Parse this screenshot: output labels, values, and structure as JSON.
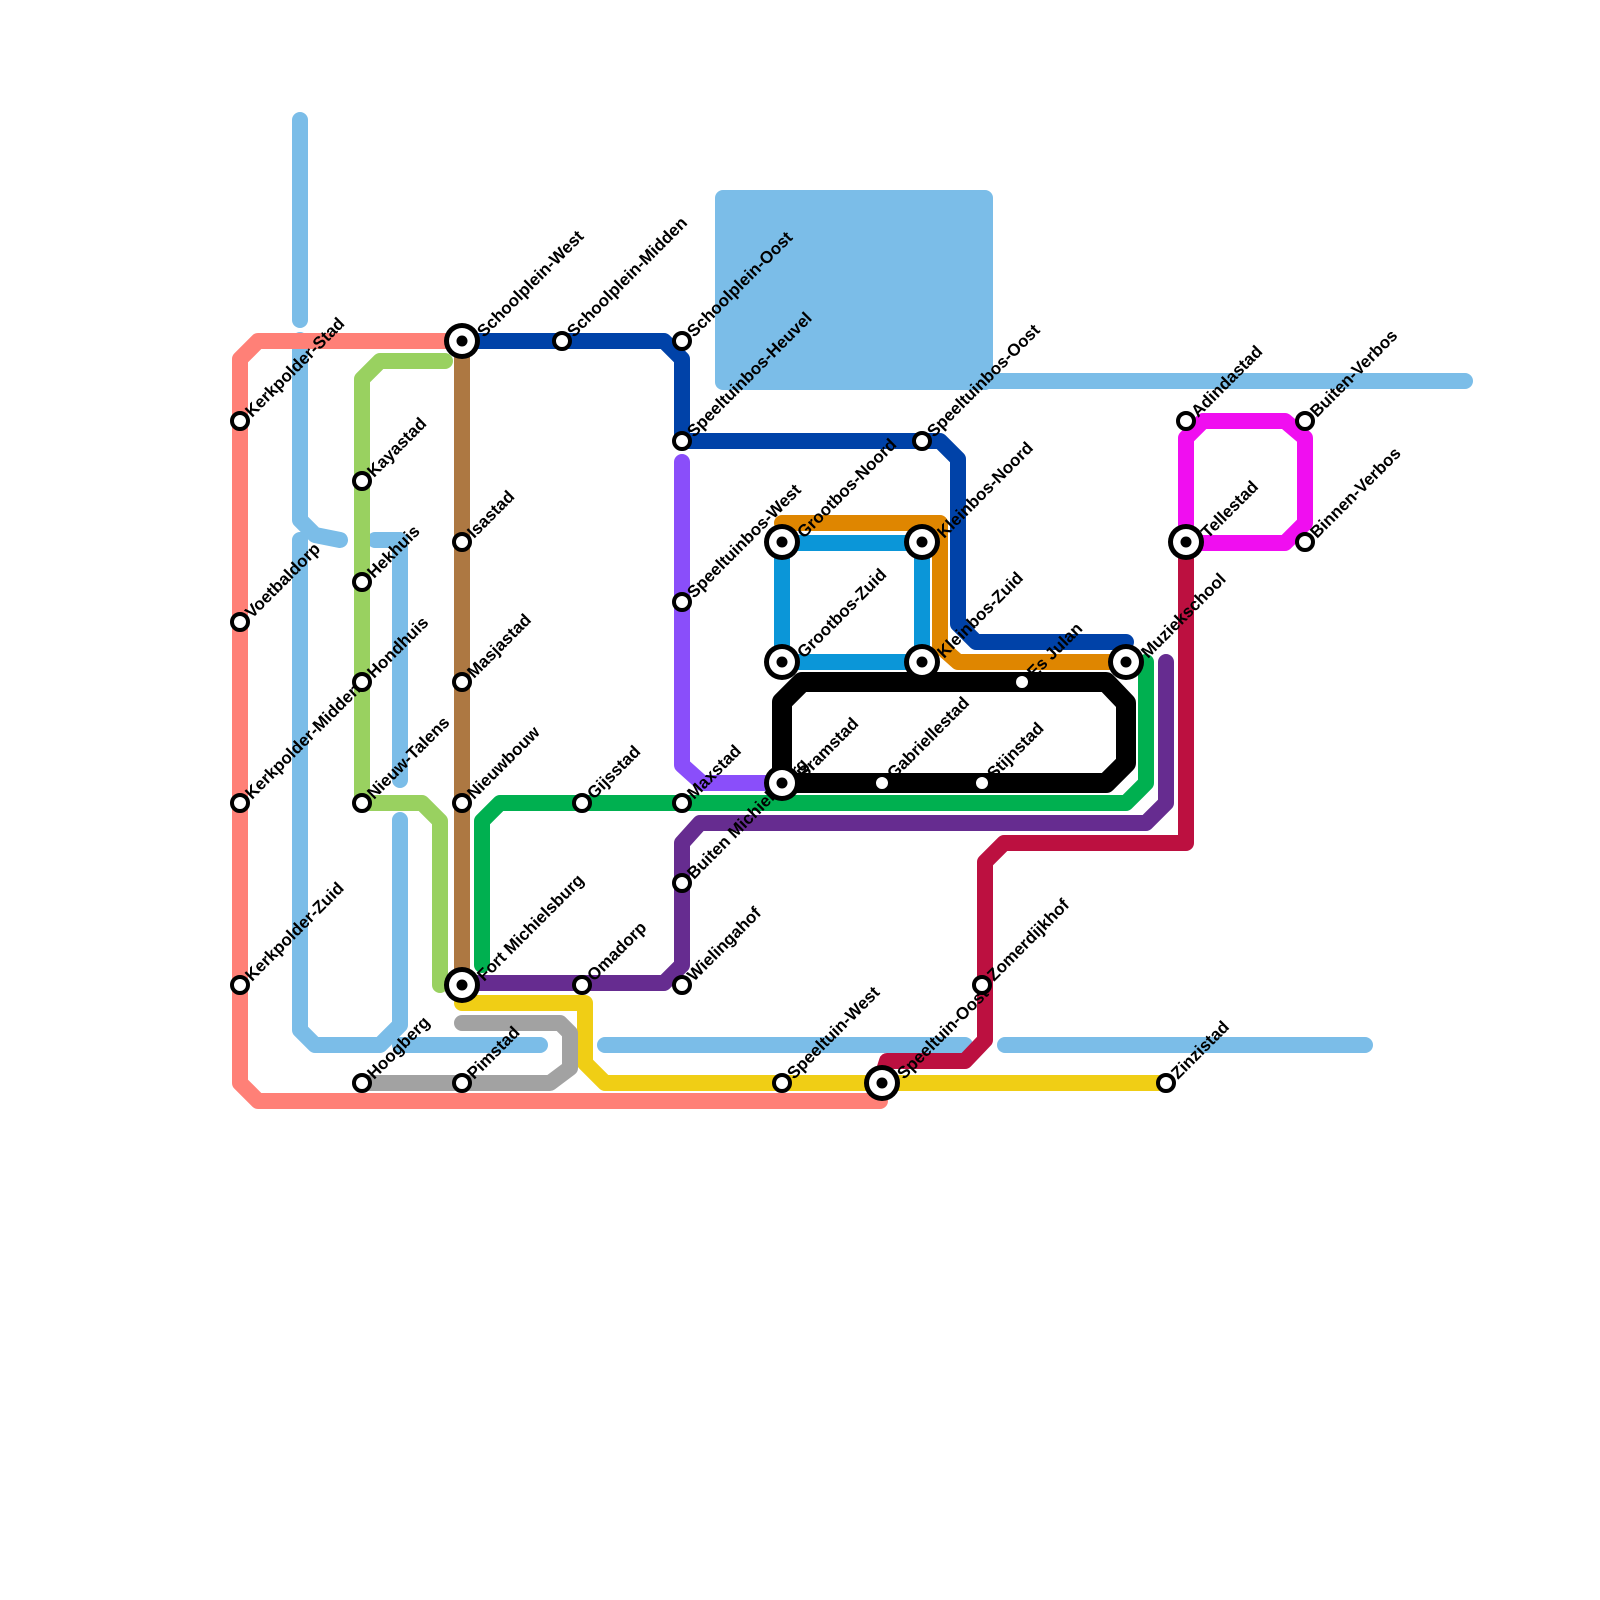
{
  "colors": {
    "background": "#ffffff",
    "water": "#7bbde8",
    "station_fill": "#ffffff",
    "station_stroke": "#000000",
    "label": "#000000"
  },
  "lines": [
    {
      "id": "salmon",
      "color": "#ff8077",
      "width": 16
    },
    {
      "id": "light-green",
      "color": "#99d160",
      "width": 16
    },
    {
      "id": "brown",
      "color": "#ad7842",
      "width": 16
    },
    {
      "id": "navy",
      "color": "#0042a8",
      "width": 16
    },
    {
      "id": "violet",
      "color": "#8a4efa",
      "width": 16
    },
    {
      "id": "orange",
      "color": "#df8600",
      "width": 16
    },
    {
      "id": "cyan",
      "color": "#0b96d8",
      "width": 16
    },
    {
      "id": "green",
      "color": "#00b050",
      "width": 16
    },
    {
      "id": "purple",
      "color": "#662c90",
      "width": 16
    },
    {
      "id": "crimson",
      "color": "#bc1040",
      "width": 16
    },
    {
      "id": "magenta",
      "color": "#f00ef0",
      "width": 16
    },
    {
      "id": "yellow",
      "color": "#f0ce15",
      "width": 16
    },
    {
      "id": "gray",
      "color": "#a2a2a2",
      "width": 16
    },
    {
      "id": "black",
      "color": "#000000",
      "width": 20
    }
  ],
  "stations": [
    {
      "name": "Kerkpolder-Stad",
      "interchange": false
    },
    {
      "name": "Voetbaldorp",
      "interchange": false
    },
    {
      "name": "Kerkpolder-Midden",
      "interchange": false
    },
    {
      "name": "Kerkpolder-Zuid",
      "interchange": false
    },
    {
      "name": "Kayastad",
      "interchange": false
    },
    {
      "name": "Hekhuis",
      "interchange": false
    },
    {
      "name": "Hondhuis",
      "interchange": false
    },
    {
      "name": "Nieuw-Talens",
      "interchange": false
    },
    {
      "name": "Hoogberg",
      "interchange": false
    },
    {
      "name": "Schoolplein-West",
      "interchange": true
    },
    {
      "name": "Isastad",
      "interchange": false
    },
    {
      "name": "Masjastad",
      "interchange": false
    },
    {
      "name": "Nieuwbouw",
      "interchange": false
    },
    {
      "name": "Fort Michielsburg",
      "interchange": true
    },
    {
      "name": "Pimstad",
      "interchange": false
    },
    {
      "name": "Schoolplein-Midden",
      "interchange": false
    },
    {
      "name": "Gijsstad",
      "interchange": false
    },
    {
      "name": "Omadorp",
      "interchange": false
    },
    {
      "name": "Schoolplein-Oost",
      "interchange": false
    },
    {
      "name": "Speeltuinbos-Heuvel",
      "interchange": false
    },
    {
      "name": "Speeltuinbos-West",
      "interchange": false
    },
    {
      "name": "Maxstad",
      "interchange": false
    },
    {
      "name": "Buiten Michielsburg",
      "interchange": false
    },
    {
      "name": "Wielingahof",
      "interchange": false
    },
    {
      "name": "Grootbos-Noord",
      "interchange": true
    },
    {
      "name": "Grootbos-Zuid",
      "interchange": true
    },
    {
      "name": "Bramstad",
      "interchange": true
    },
    {
      "name": "Speeltuin-West",
      "interchange": false
    },
    {
      "name": "Gabriellestad",
      "interchange": false
    },
    {
      "name": "Speeltuin-Oost",
      "interchange": true
    },
    {
      "name": "Speeltuinbos-Oost",
      "interchange": false
    },
    {
      "name": "Kleinbos-Noord",
      "interchange": true
    },
    {
      "name": "Kleinbos-Zuid",
      "interchange": true
    },
    {
      "name": "Stijnstad",
      "interchange": false
    },
    {
      "name": "Zomerdijkhof",
      "interchange": false
    },
    {
      "name": "Es Julan",
      "interchange": false
    },
    {
      "name": "Muziekschool",
      "interchange": true
    },
    {
      "name": "Zinzistad",
      "interchange": false
    },
    {
      "name": "Adindastad",
      "interchange": false
    },
    {
      "name": "Tellestad",
      "interchange": true
    },
    {
      "name": "Buiten-Verbos",
      "interchange": false
    },
    {
      "name": "Binnen-Verbos",
      "interchange": false
    }
  ]
}
